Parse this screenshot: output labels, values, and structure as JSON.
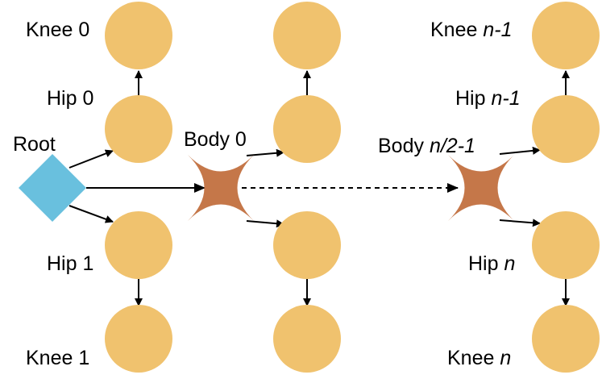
{
  "colors": {
    "joint": "#F0C26E",
    "root": "#69C0DE",
    "body": "#C57749",
    "edge": "#000000"
  },
  "labels": {
    "root": "Root",
    "knee_0": "Knee 0",
    "hip_0": "Hip 0",
    "hip_1": "Hip 1",
    "knee_1": "Knee 1",
    "body_0": "Body 0",
    "body_last_prefix": "Body ",
    "body_last_suffix": "n/2-1",
    "knee_nm1_prefix": "Knee ",
    "knee_nm1_suffix": "n-1",
    "hip_nm1_prefix": "Hip ",
    "hip_nm1_suffix": "n-1",
    "hip_n_prefix": "Hip ",
    "hip_n_suffix": "n",
    "knee_n_prefix": "Knee ",
    "knee_n_suffix": "n"
  }
}
